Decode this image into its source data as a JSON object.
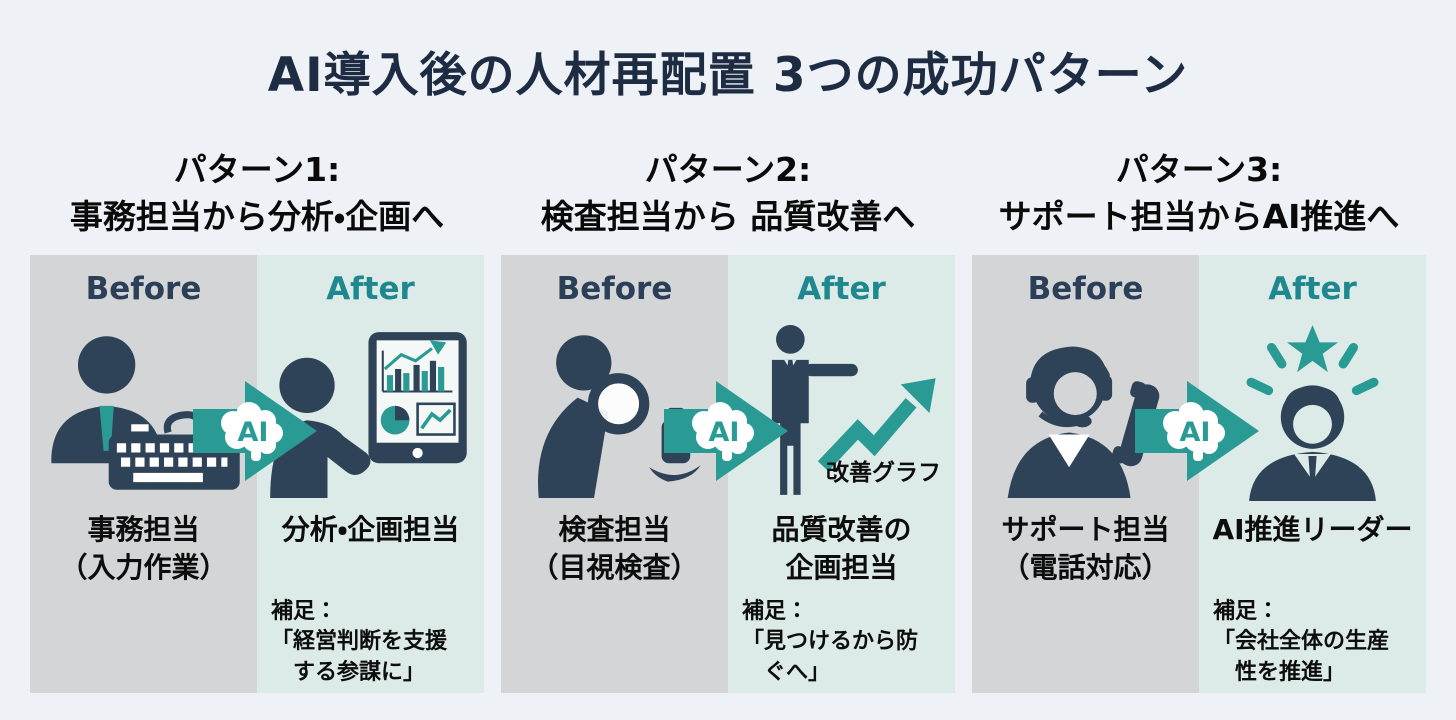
{
  "page": {
    "title": "AI導入後の人材再配置 3つの成功パターン"
  },
  "labels": {
    "before": "Before",
    "after": "After",
    "ai": "AI"
  },
  "colors": {
    "page_background": "#eef1f5",
    "before_background": "#d3d5d6",
    "after_background": "#dcebe7",
    "icon_navy": "#2e4357",
    "accent_teal": "#2a9a94",
    "title_text": "#1d2c42",
    "before_title_text": "#2b3f58",
    "after_title_text": "#1f8790"
  },
  "patterns": [
    {
      "header_line1": "パターン1:",
      "header_line2": "事務担当から分析・企画へ",
      "before": {
        "icon": "office-worker-keyboard-icon",
        "role_line1": "事務担当",
        "role_line2": "（入力作業）"
      },
      "after": {
        "icon": "analyst-tablet-icon",
        "role_line1": "分析・企画担当",
        "note_line1": "補足：",
        "note_line2": "「経営判断を支援",
        "note_line3": "する参謀に」"
      }
    },
    {
      "header_line1": "パターン2:",
      "header_line2": "検査担当から 品質改善へ",
      "before": {
        "icon": "inspector-magnifier-icon",
        "role_line1": "検査担当",
        "role_line2": "（目視検査）"
      },
      "after": {
        "icon": "improvement-graph-icon",
        "annotation": "改善グラフ",
        "role_line1": "品質改善の",
        "role_line2": "企画担当",
        "note_line1": "補足：",
        "note_line2": "「見つけるから防",
        "note_line3": "ぐへ」"
      }
    },
    {
      "header_line1": "パターン3:",
      "header_line2": "サポート担当からAI推進へ",
      "before": {
        "icon": "support-operator-icon",
        "role_line1": "サポート担当",
        "role_line2": "（電話対応）"
      },
      "after": {
        "icon": "ai-leader-star-icon",
        "role_line1": "AI推進リーダー",
        "note_line1": "補足：",
        "note_line2": "「会社全体の生産",
        "note_line3": "性を推進」"
      }
    }
  ]
}
